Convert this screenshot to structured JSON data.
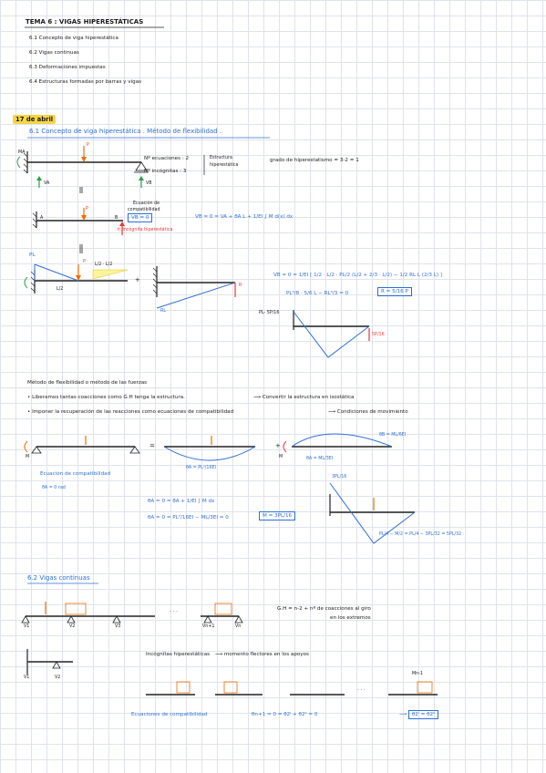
{
  "title": "TEMA 6 : VIGAS HIPERESTÁTICAS",
  "toc": [
    "6.1  Concepto de viga hiperestática",
    "6.2  Vigas continuas",
    "6.3  Deformaciones impuestas",
    "6.4  Estructuras formadas por barras y vigas"
  ],
  "date": "17 de abril",
  "section1": {
    "heading": "6.1 Concepto de viga hiperestática . Método de flexibilidad .",
    "n_ecuaciones": "Nº ecuaciones : 2",
    "n_incognitas": "Nº incógnitas : 3",
    "estructura": "Estructura",
    "hiperestatica": "hiperestática",
    "grado": "grado de hiperestatismo = 3-2 = 1",
    "ecuacion_de": "Ecuación de",
    "compatibilidad": "compatibilidad",
    "vb_eq": "VB = 0",
    "r_label": "Incógnita hiperestática",
    "vb_formula": "VB = 0 = VA + θA L + 1/EI ∫ M d(x) dx",
    "vb_full": "VB = 0 = 1/EI [ 1/2 · L/2 · PL/2 (L/2 + 2/3 · L/2) − 1/2 RL L (2/3 L) ]",
    "r_result": "PL³/8 · 5/6 L − RL³/3 = 0",
    "r_value": "R = 5/16 P",
    "pl2": "PL",
    "half": "L/2",
    "pl_minus": "PL- 5P/16",
    "moment_5p": "5P/16",
    "rl": "RL",
    "dist": "L/2 · L/2"
  },
  "section_method": {
    "title": "Método de flexibilidad  o  método de las fuerzas",
    "b1": "• Liberamos tantas coacciones como G.H tenga la estructura.",
    "b1_arrow": "Convertir la estructura en isostática",
    "b2": "• Imponer la recuperación de las reacciones como ecuaciones de compatibilidad",
    "b2_arrow": "Condiciones de movimiento",
    "ecuacion": "Ecuación de compatibilidad",
    "theta_a0": "θA = 0 rad",
    "theta_a_pl": "θA = PL²/16EI",
    "theta_b_ml": "θB = ML/6EI",
    "theta_a_ml": "θA = ML/3EI",
    "eq1": "θA = 0 = θA + 1/EI ∫ M dx",
    "eq2": "θA = 0 = PL²/16EI − ML/3EI = 0",
    "m_value": "M = 3PL/16",
    "mid_eq": "PL/4 − M/2 = PL/4 − 3PL/32 = 5PL/32",
    "three_pl": "3PL/16"
  },
  "section2": {
    "heading": "6.2  Vigas continuas",
    "gh": "G.H = n-2 + nº de coacciones al giro",
    "gh2": "en los extremos",
    "v1": "V1",
    "v2": "V2",
    "v3": "V3",
    "vn1": "Vn+1",
    "vn": "Vn",
    "incog": "Incógnitas hiperestáticas",
    "incog_arrow": "momento flectores en los apoyos",
    "ecuaciones": "Ecuaciones de compatibilidad",
    "compat_eq": "θn+1 = 0 = θ2ᴵ + θ2ᴵᴵ = 0",
    "compat_eq2": "θ2ᴵ = θ2ᴵᴵ",
    "dots": ". . .",
    "m1": "Mn-1"
  },
  "labels": {
    "VA": "VA",
    "VB": "VB",
    "MA": "MA",
    "P": "P",
    "A": "A",
    "B": "B",
    "R": "R",
    "eq": "=",
    "plus": "+",
    "M": "M"
  }
}
